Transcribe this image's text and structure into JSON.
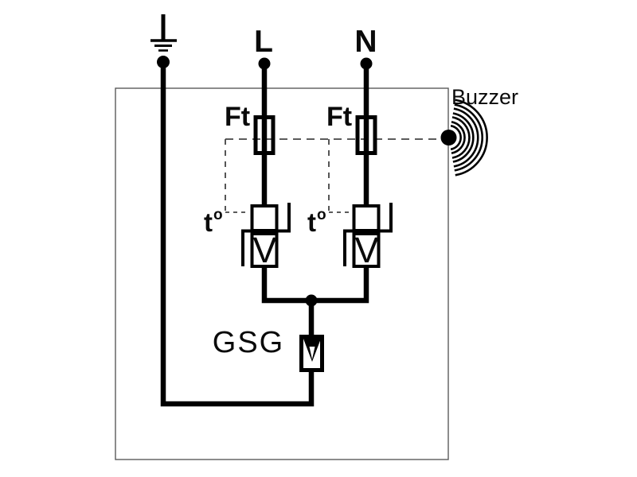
{
  "terminals": {
    "line": "L",
    "neutral": "N"
  },
  "fuses": {
    "left_label": "Ft",
    "right_label": "Ft"
  },
  "thermal_disconnects": {
    "left": {
      "base": "t",
      "sup": "o"
    },
    "right": {
      "base": "t",
      "sup": "o"
    }
  },
  "varistors": {
    "left_label": "V",
    "right_label": "V"
  },
  "gas_discharge_tube": {
    "label": "GSG"
  },
  "buzzer": {
    "label": "Buzzer"
  },
  "colors": {
    "wire": "#000000",
    "enclosure_border": "#5a5a5a",
    "dashed_link": "#444444",
    "background": "#ffffff"
  }
}
